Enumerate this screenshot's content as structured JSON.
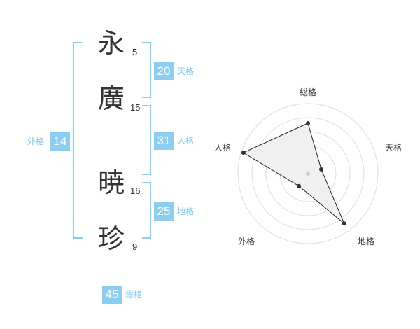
{
  "name_chars": [
    {
      "char": "永",
      "strokes": "5"
    },
    {
      "char": "廣",
      "strokes": "15"
    },
    {
      "char": "暁",
      "strokes": "16"
    },
    {
      "char": "珍",
      "strokes": "9"
    }
  ],
  "fortunes": {
    "tenkaku": {
      "value": "20",
      "label": "天格"
    },
    "jinkaku": {
      "value": "31",
      "label": "人格"
    },
    "chikaku": {
      "value": "25",
      "label": "地格"
    },
    "gaikaku": {
      "value": "14",
      "label": "外格"
    },
    "soukaku": {
      "value": "45",
      "label": "総格"
    }
  },
  "radar": {
    "axis_labels": {
      "top": "総格",
      "right": "天格",
      "bottom_right": "地格",
      "bottom_left": "外格",
      "left": "人格"
    },
    "values_fraction": {
      "総格": 0.72,
      "天格": 0.2,
      "地格": 0.88,
      "外格": 0.22,
      "人格": 0.97
    },
    "colors": {
      "ring": "#dddddd",
      "fill": "#f0f0f0",
      "stroke": "#222222",
      "point": "#333333",
      "center": "#cccccc"
    }
  }
}
